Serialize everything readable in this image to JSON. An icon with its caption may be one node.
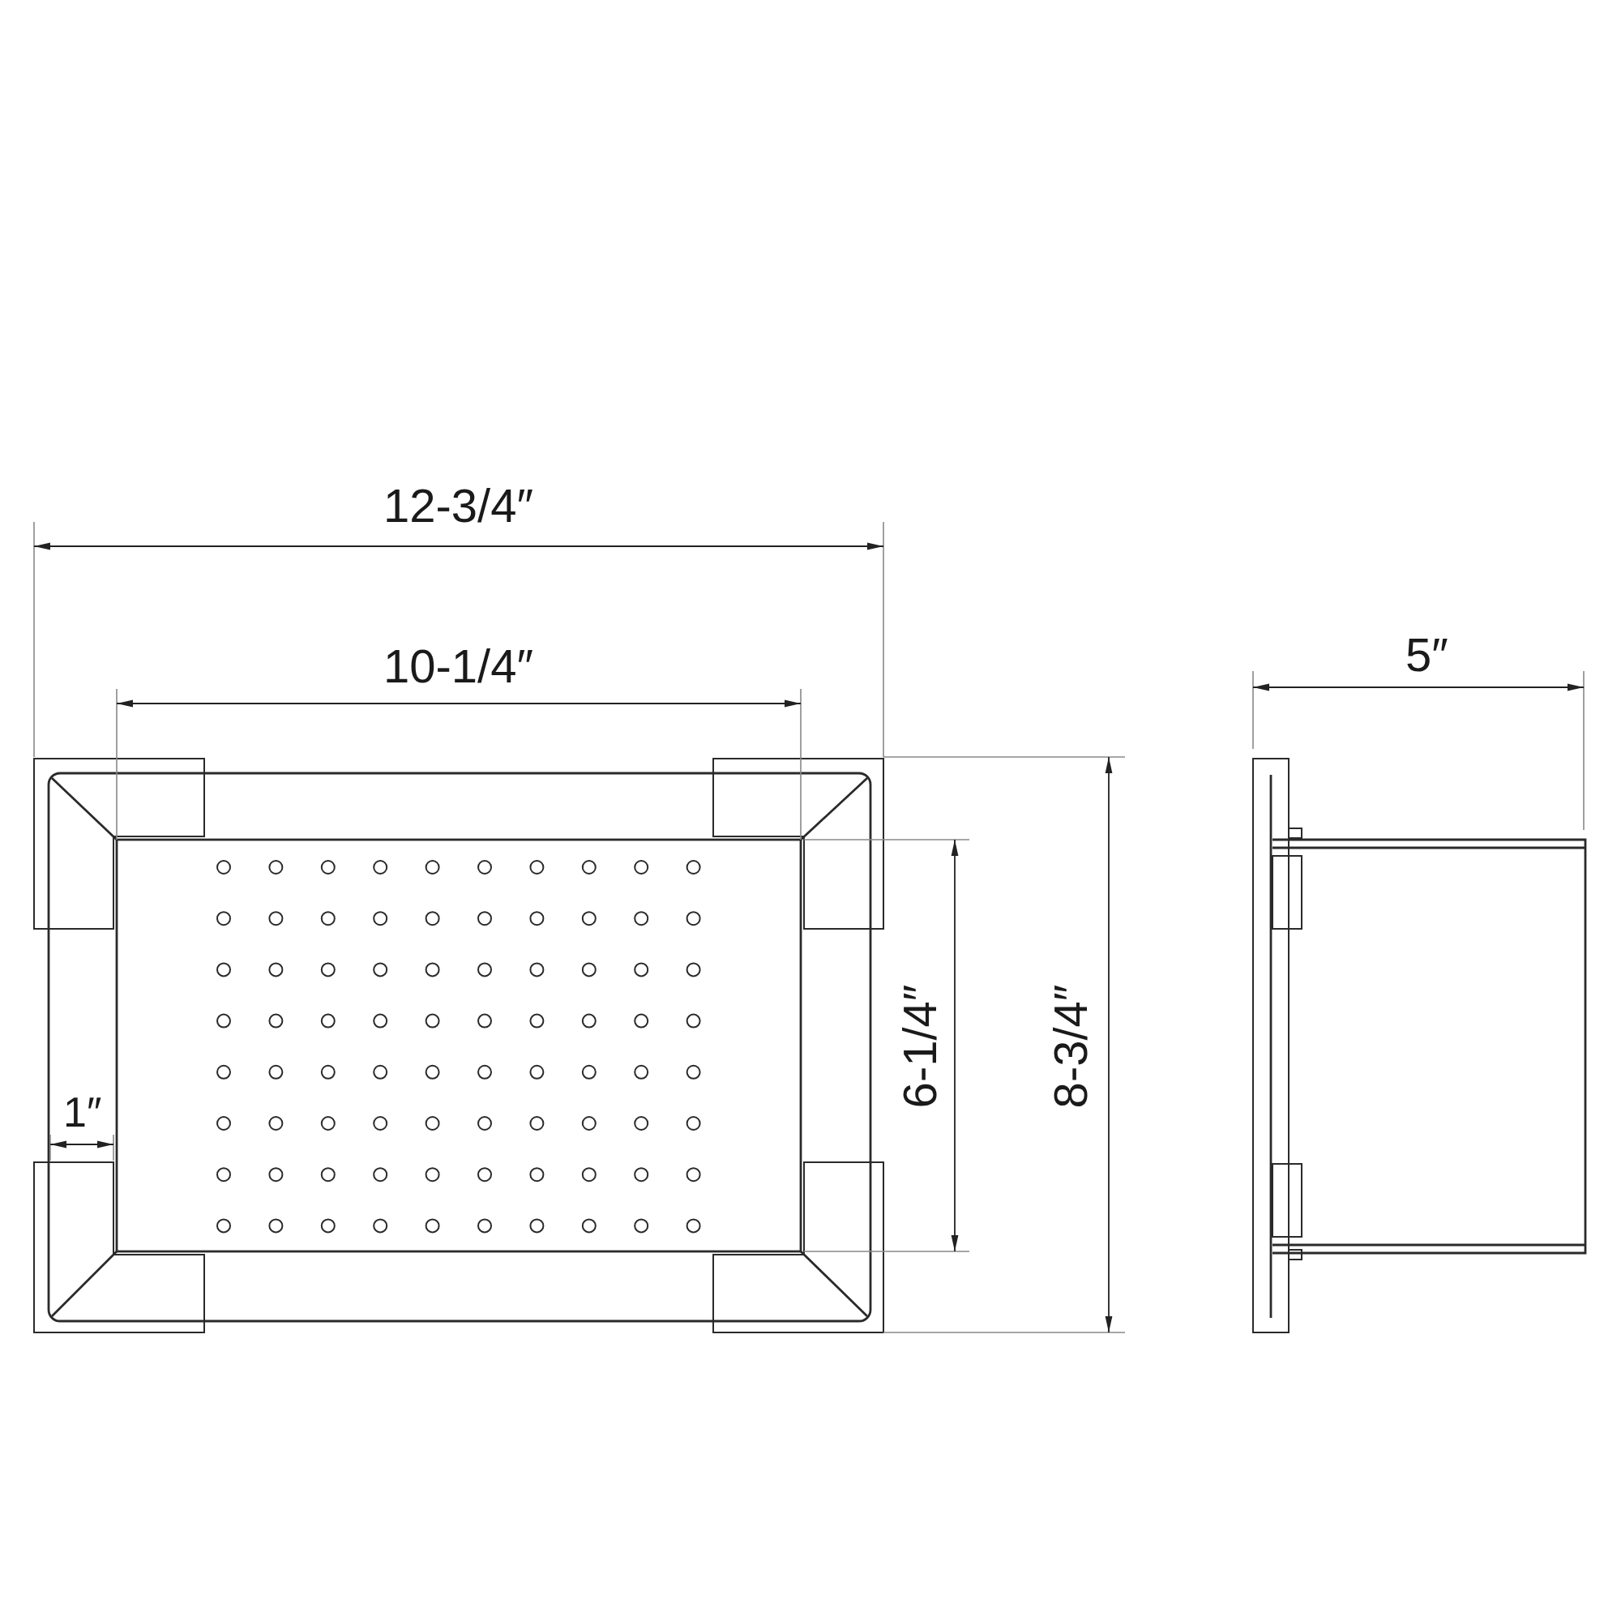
{
  "diagram": {
    "labels": [
      "12-3/4″",
      "10-1/4″",
      "5″",
      "1″",
      "6-1/4″",
      "8-3/4″"
    ]
  }
}
